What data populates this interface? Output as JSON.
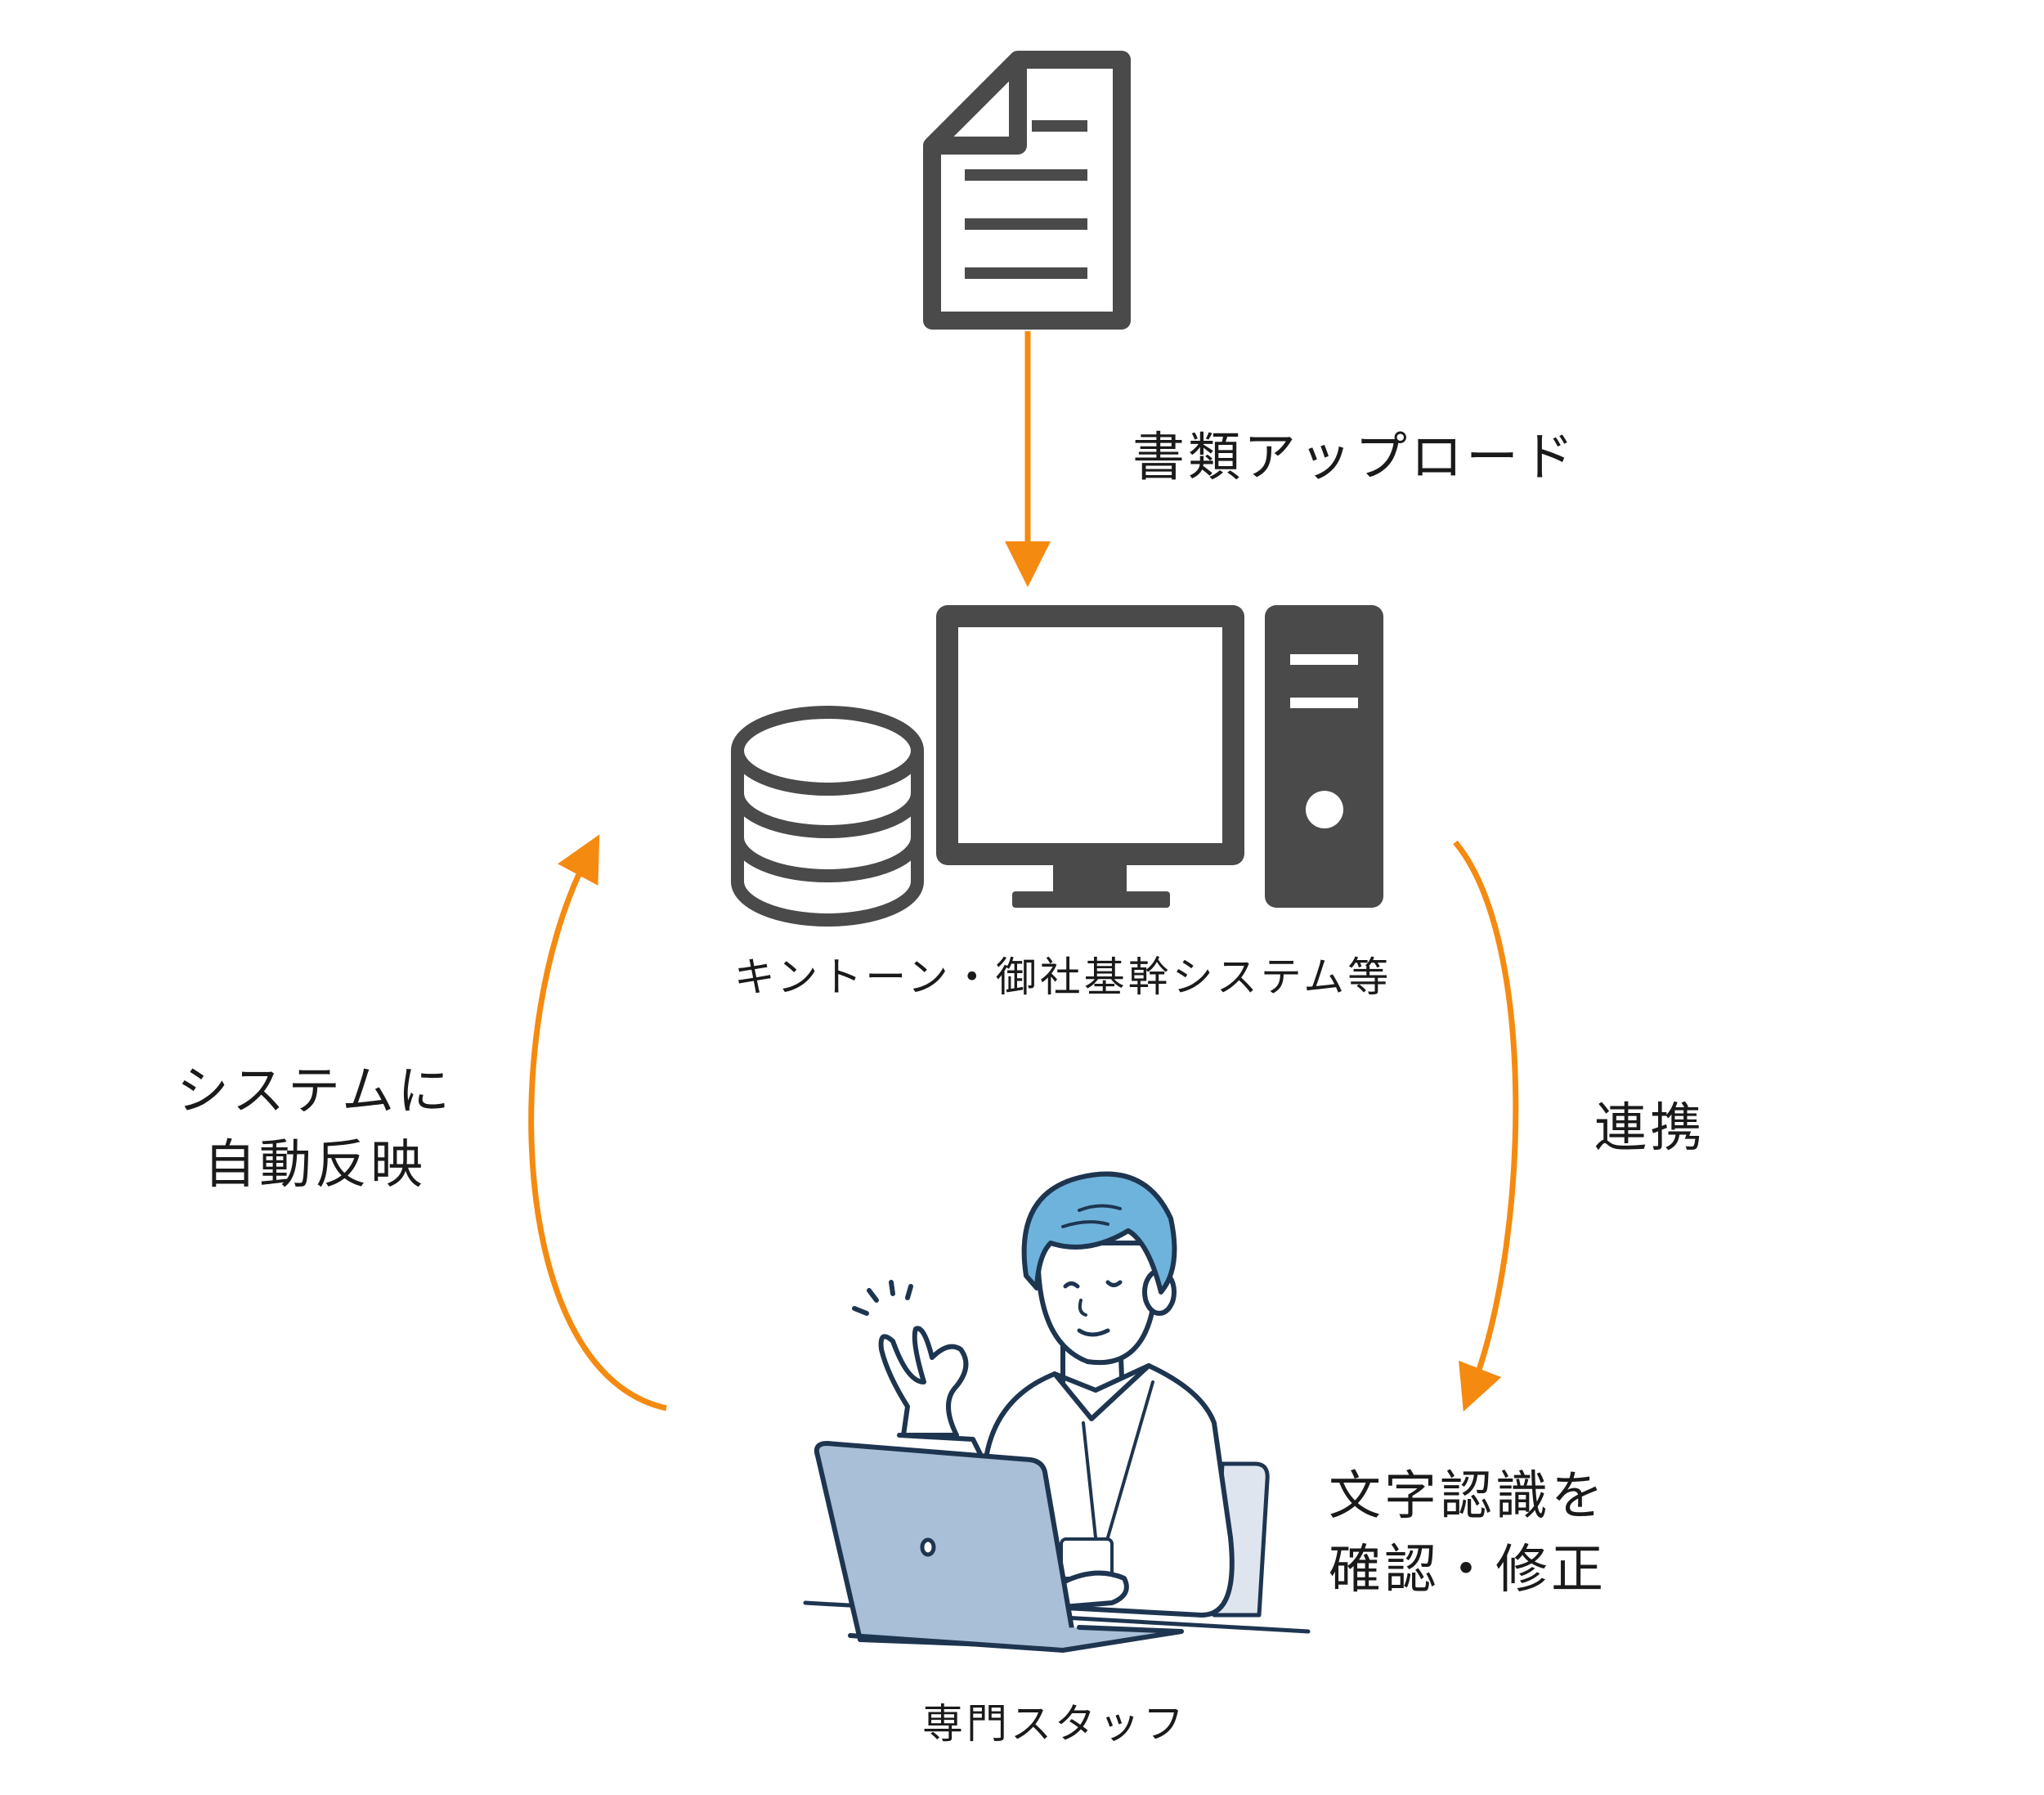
{
  "labels": {
    "upload": "書類アップロード",
    "system": "キントーン・御社基幹システム等",
    "link": "連携",
    "reflect_line1": "システムに",
    "reflect_line2": "自動反映",
    "ocr_line1": "文字認識を",
    "ocr_line2": "確認・修正",
    "staff": "専門スタッフ"
  },
  "colors": {
    "arrow": "#F58A10",
    "icon": "#4a4a4a",
    "person_line": "#1e3550",
    "hair": "#6eb3dc",
    "laptop": "#a9bfd8",
    "chair": "#dfe5ee"
  },
  "icons": [
    "document-icon",
    "database-icon",
    "monitor-icon",
    "pc-tower-icon",
    "staff-illustration"
  ]
}
